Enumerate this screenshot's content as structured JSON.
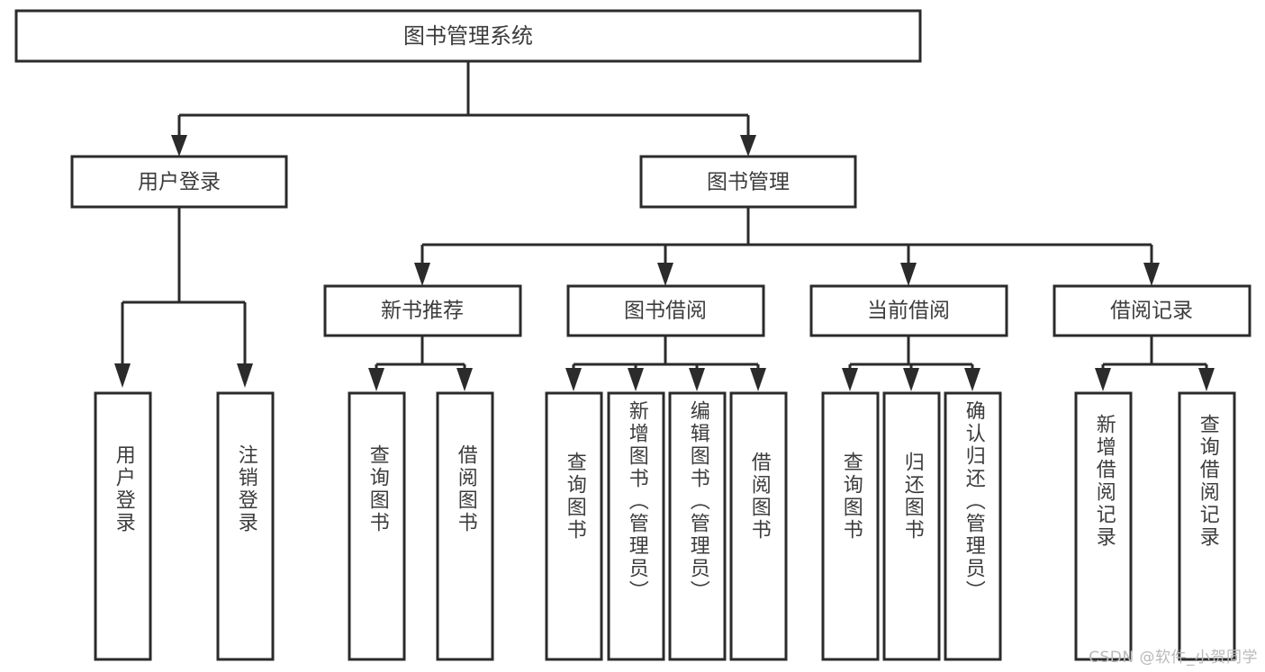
{
  "diagram": {
    "type": "hierarchy-tree",
    "title": "图书管理系统",
    "watermark": "CSDN @软件_小贺同学",
    "colors": {
      "background": "#ffffff",
      "stroke": "#2b2b2b",
      "text": "#3c3c3c",
      "watermark": "#b9b9b9"
    },
    "root": {
      "label": "图书管理系统"
    },
    "level1": [
      {
        "label": "用户登录"
      },
      {
        "label": "图书管理"
      }
    ],
    "level2": [
      {
        "label": "新书推荐"
      },
      {
        "label": "图书借阅"
      },
      {
        "label": "当前借阅"
      },
      {
        "label": "借阅记录"
      }
    ],
    "leaves": {
      "user_login": [
        {
          "label": "用户登录"
        },
        {
          "label": "注销登录"
        }
      ],
      "new_book_recommend": [
        {
          "label": "查询图书"
        },
        {
          "label": "借阅图书"
        }
      ],
      "book_borrow": [
        {
          "label": "查询图书"
        },
        {
          "label": "新增图书（管理员）"
        },
        {
          "label": "编辑图书（管理员）"
        },
        {
          "label": "借阅图书"
        }
      ],
      "current_borrow": [
        {
          "label": "查询图书"
        },
        {
          "label": "归还图书"
        },
        {
          "label": "确认归还（管理员）"
        }
      ],
      "borrow_record": [
        {
          "label": "新增借阅记录"
        },
        {
          "label": "查询借阅记录"
        }
      ]
    }
  }
}
